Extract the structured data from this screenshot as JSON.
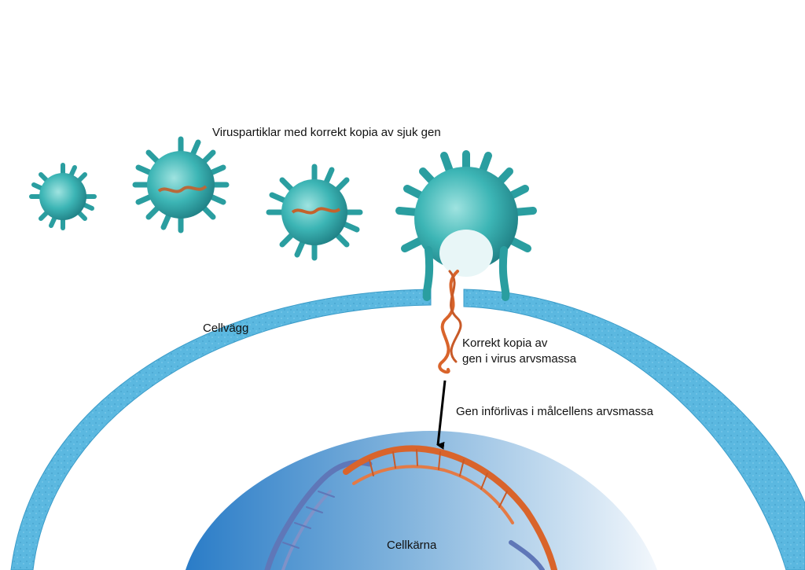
{
  "labels": {
    "virus_particles": "Viruspartiklar med korrekt kopia av sjuk gen",
    "cell_wall": "Cellvägg",
    "gene_copy_line1": "Korrekt kopia av",
    "gene_copy_line2": "gen i virus arvsmassa",
    "integration": "Gen införlivas i målcellens arvsmassa",
    "nucleus": "Cellkärna"
  },
  "colors": {
    "virus_teal": "#3cb5b5",
    "virus_dark": "#1f8c8f",
    "cell_wall": "#5bb8e0",
    "cell_wall_dark": "#3a9bc8",
    "nucleus_dark": "#2a7cc7",
    "nucleus_light": "#eef5fb",
    "dna_orange": "#d9642b",
    "dna_blue": "#5f77b8",
    "arrow": "#000000"
  },
  "icons": {
    "virus": "virus-particle-icon",
    "dna": "dna-helix-icon",
    "arrow": "arrow-down-icon"
  }
}
